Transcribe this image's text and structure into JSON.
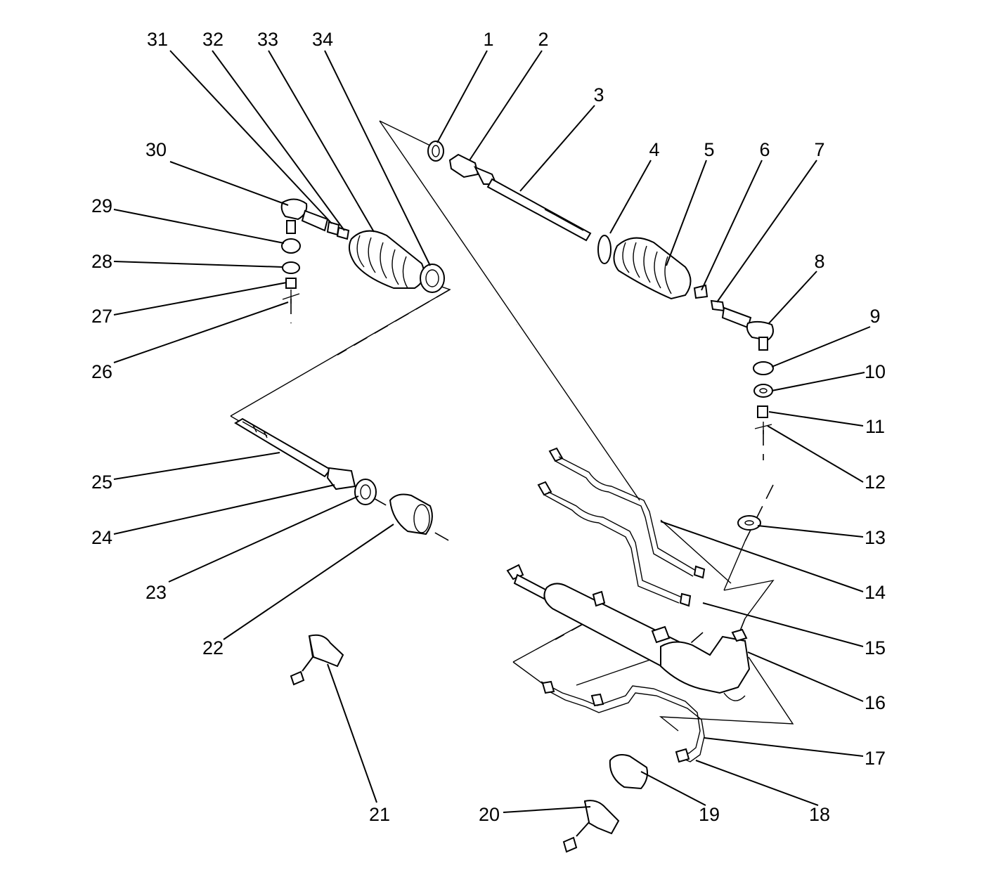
{
  "callouts": {
    "c1": "1",
    "c2": "2",
    "c3": "3",
    "c4": "4",
    "c5": "5",
    "c6": "6",
    "c7": "7",
    "c8": "8",
    "c9": "9",
    "c10": "10",
    "c11": "11",
    "c12": "12",
    "c13": "13",
    "c14": "14",
    "c15": "15",
    "c16": "16",
    "c17": "17",
    "c18": "18",
    "c19": "19",
    "c20": "20",
    "c21": "21",
    "c22": "22",
    "c23": "23",
    "c24": "24",
    "c25": "25",
    "c26": "26",
    "c27": "27",
    "c28": "28",
    "c29": "29",
    "c30": "30",
    "c31": "31",
    "c32": "32",
    "c33": "33",
    "c34": "34"
  },
  "colors": {
    "line": "#000000",
    "background": "#ffffff"
  }
}
